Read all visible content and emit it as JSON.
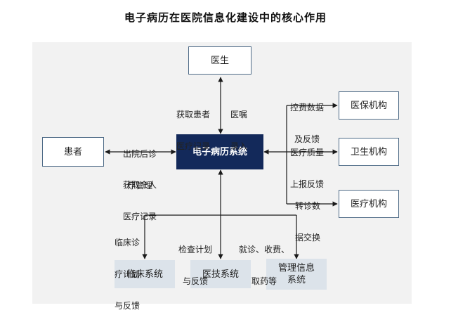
{
  "title": "电子病历在医院信息化建设中的核心作用",
  "nodes": {
    "core": "电子病历系统",
    "doctor": "医生",
    "patient": "患者",
    "insurance": "医保机构",
    "health_agency": "卫生机构",
    "medical_institution": "医疗机构",
    "clinical_system": "临床系统",
    "tech_system": "医技系统",
    "mis_system_line1": "管理信息",
    "mis_system_line2": "系统"
  },
  "labels": {
    "get_records_line1": "获取患者",
    "get_records_line2": "医疗记录",
    "orders_line1": "医嘱",
    "orders_line2": "录入",
    "discharge_line1": "出院后诊",
    "discharge_line2": "疗管理",
    "personal_line1": "获取个人",
    "personal_line2": "医疗记录",
    "cost_line1": "控费数据",
    "cost_line2": "及反馈",
    "quality_line1": "医疗质量",
    "quality_line2": "上报反馈",
    "referral_line1": "转诊数",
    "referral_line2": "据交换",
    "clinical_plan_line1": "临床诊",
    "clinical_plan_line2": "疗计划",
    "clinical_plan_line3": "与反馈",
    "exam_line1": "检查计划",
    "exam_line2": "与反馈",
    "visit_line1": "就诊、收费、",
    "visit_line2": "取药等"
  },
  "colors": {
    "core_fill": "#13295a",
    "box_border": "#4f6b87",
    "panel": "#f2f2f2",
    "sub_fill": "#dce3ea",
    "line": "#1a1a1a"
  }
}
